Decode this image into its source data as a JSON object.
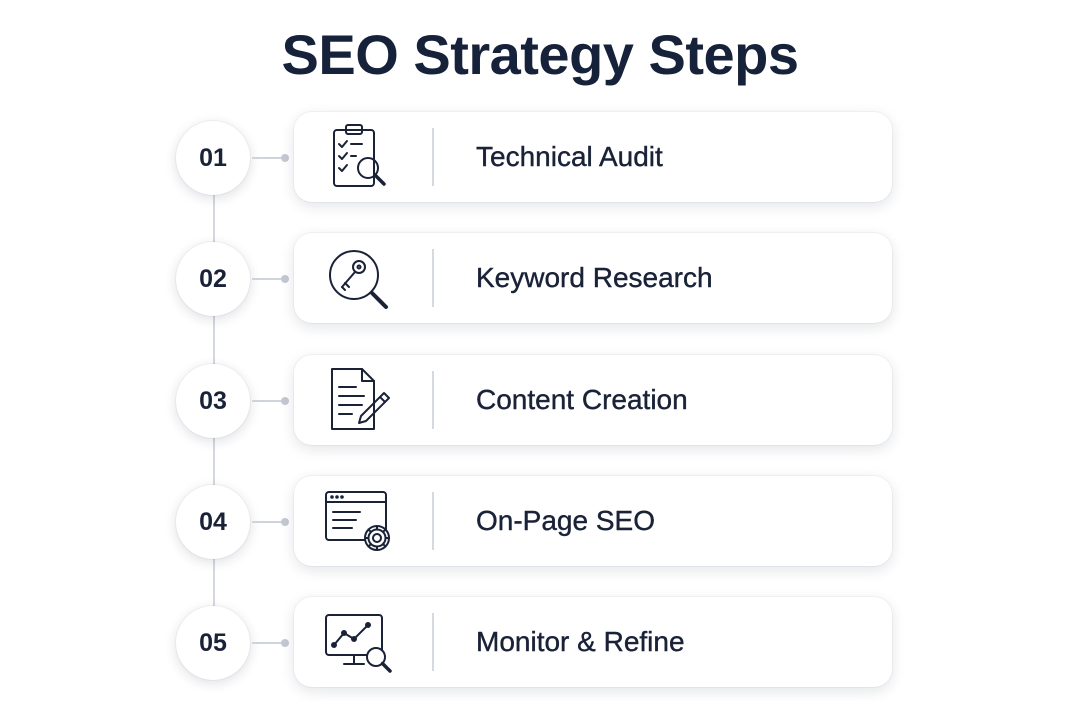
{
  "title": "SEO Strategy Steps",
  "steps": [
    {
      "number": "01",
      "label": "Technical Audit",
      "icon": "clipboard-magnifier-icon"
    },
    {
      "number": "02",
      "label": "Keyword Research",
      "icon": "key-magnifier-icon"
    },
    {
      "number": "03",
      "label": "Content Creation",
      "icon": "document-pencil-icon"
    },
    {
      "number": "04",
      "label": "On-Page SEO",
      "icon": "browser-gear-icon"
    },
    {
      "number": "05",
      "label": "Monitor & Refine",
      "icon": "monitor-chart-magnifier-icon"
    }
  ],
  "colors": {
    "text": "#1a2238",
    "line": "#d4d8df",
    "background": "#ffffff"
  }
}
